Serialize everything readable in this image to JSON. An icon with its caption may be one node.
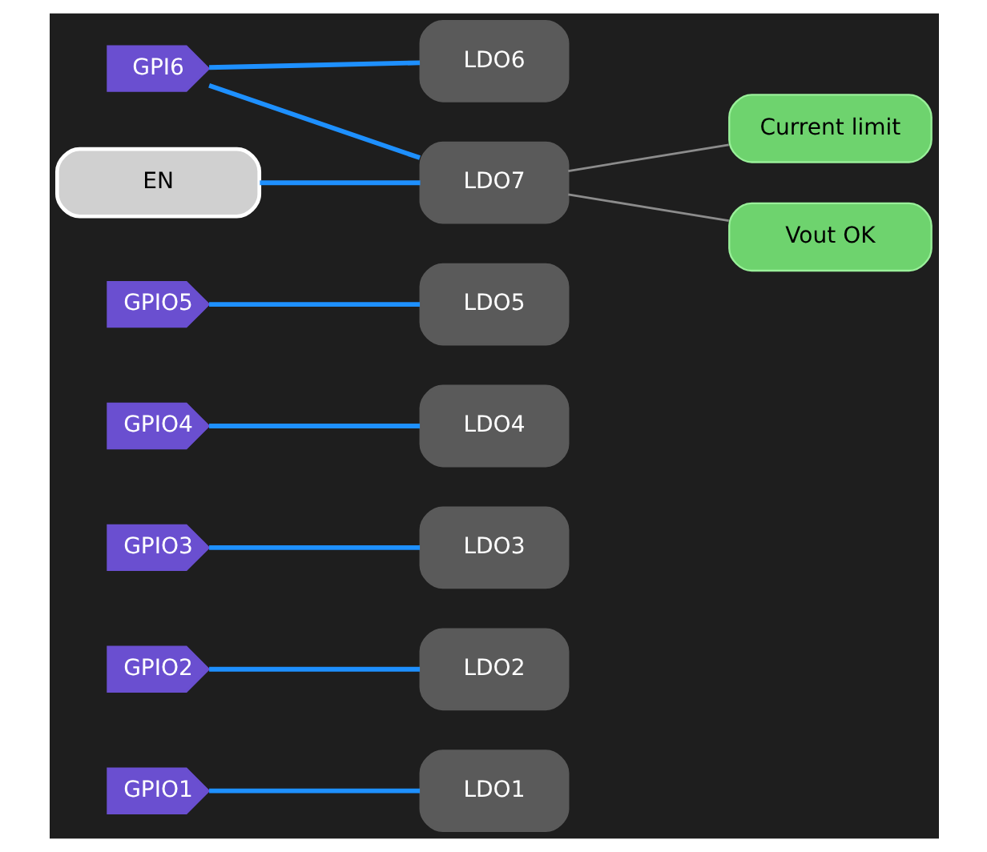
{
  "diagram": {
    "nodes": [
      {
        "text": [
          "GPIO1"
        ]
      },
      {
        "text": [
          "LDO1"
        ]
      },
      {
        "text": [
          "GPIO2"
        ]
      },
      {
        "text": [
          "LDO2"
        ]
      },
      {
        "text": [
          "GPIO3"
        ]
      },
      {
        "text": [
          "LDO3"
        ]
      },
      {
        "text": [
          "GPIO4"
        ]
      },
      {
        "text": [
          "LDO4"
        ]
      },
      {
        "text": [
          "GPIO5"
        ]
      },
      {
        "text": [
          "LDO5"
        ]
      },
      {
        "text": [
          "GPI6"
        ]
      },
      {
        "text": [
          "LDO6"
        ]
      },
      {
        "text": [
          "EN"
        ]
      },
      {
        "text": [
          "LDO7"
        ]
      },
      {
        "text": [
          "Current limit"
        ]
      },
      {
        "text": [
          "Vout OK"
        ]
      }
    ],
    "edges": [
      {
        "from": 0,
        "to": 1,
        "arrow": "none"
      },
      {
        "from": 2,
        "to": 3,
        "arrow": "none"
      },
      {
        "from": 4,
        "to": 5,
        "arrow": "none"
      },
      {
        "from": 6,
        "to": 7,
        "arrow": "none"
      },
      {
        "from": 8,
        "to": 9,
        "arrow": "none"
      },
      {
        "from": 10,
        "to": 11,
        "arrow": "none"
      },
      {
        "from": 10,
        "to": 13,
        "arrow": "none"
      },
      {
        "from": 12,
        "to": 13,
        "arrow": "none"
      },
      {
        "from": 13,
        "to": 14,
        "arrow": "none",
        "color": "#8c8c8c"
      },
      {
        "from": 13,
        "to": 15,
        "arrow": "none",
        "color": "#8c8c8c"
      }
    ]
  }
}
